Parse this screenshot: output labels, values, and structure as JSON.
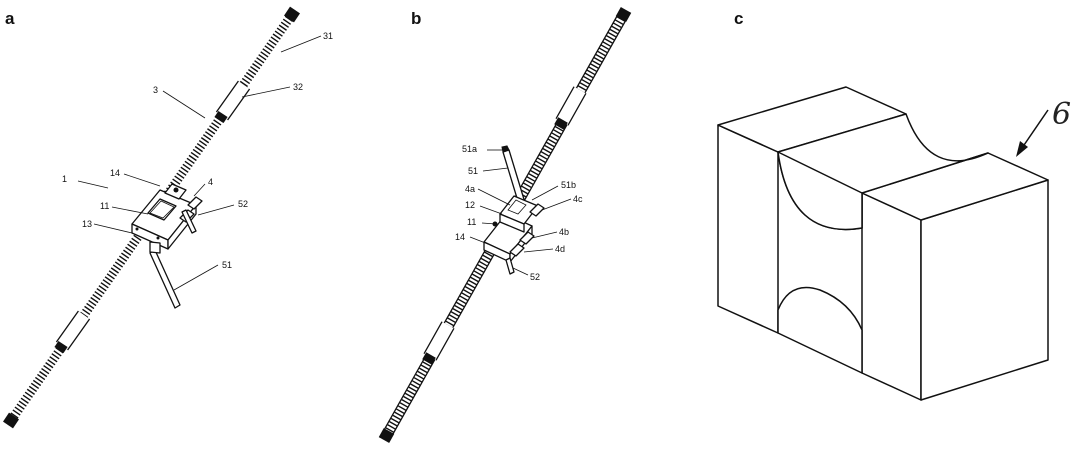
{
  "panels": {
    "a": {
      "letter": "a",
      "labels": {
        "l1": "1",
        "l3": "3",
        "l31": "31",
        "l32": "32",
        "l14": "14",
        "l4": "4",
        "l11": "11",
        "l13": "13",
        "l52": "52",
        "l51": "51"
      }
    },
    "b": {
      "letter": "b",
      "labels": {
        "l51a": "51a",
        "l51": "51",
        "l4a": "4a",
        "l51b": "51b",
        "l12": "12",
        "l4c": "4c",
        "l11": "11",
        "l4b": "4b",
        "l14": "14",
        "l4d": "4d",
        "l52": "52"
      }
    },
    "c": {
      "letter": "c",
      "labels": {
        "l6": "6"
      }
    }
  },
  "colors": {
    "line": "#111111",
    "background": "#ffffff"
  }
}
